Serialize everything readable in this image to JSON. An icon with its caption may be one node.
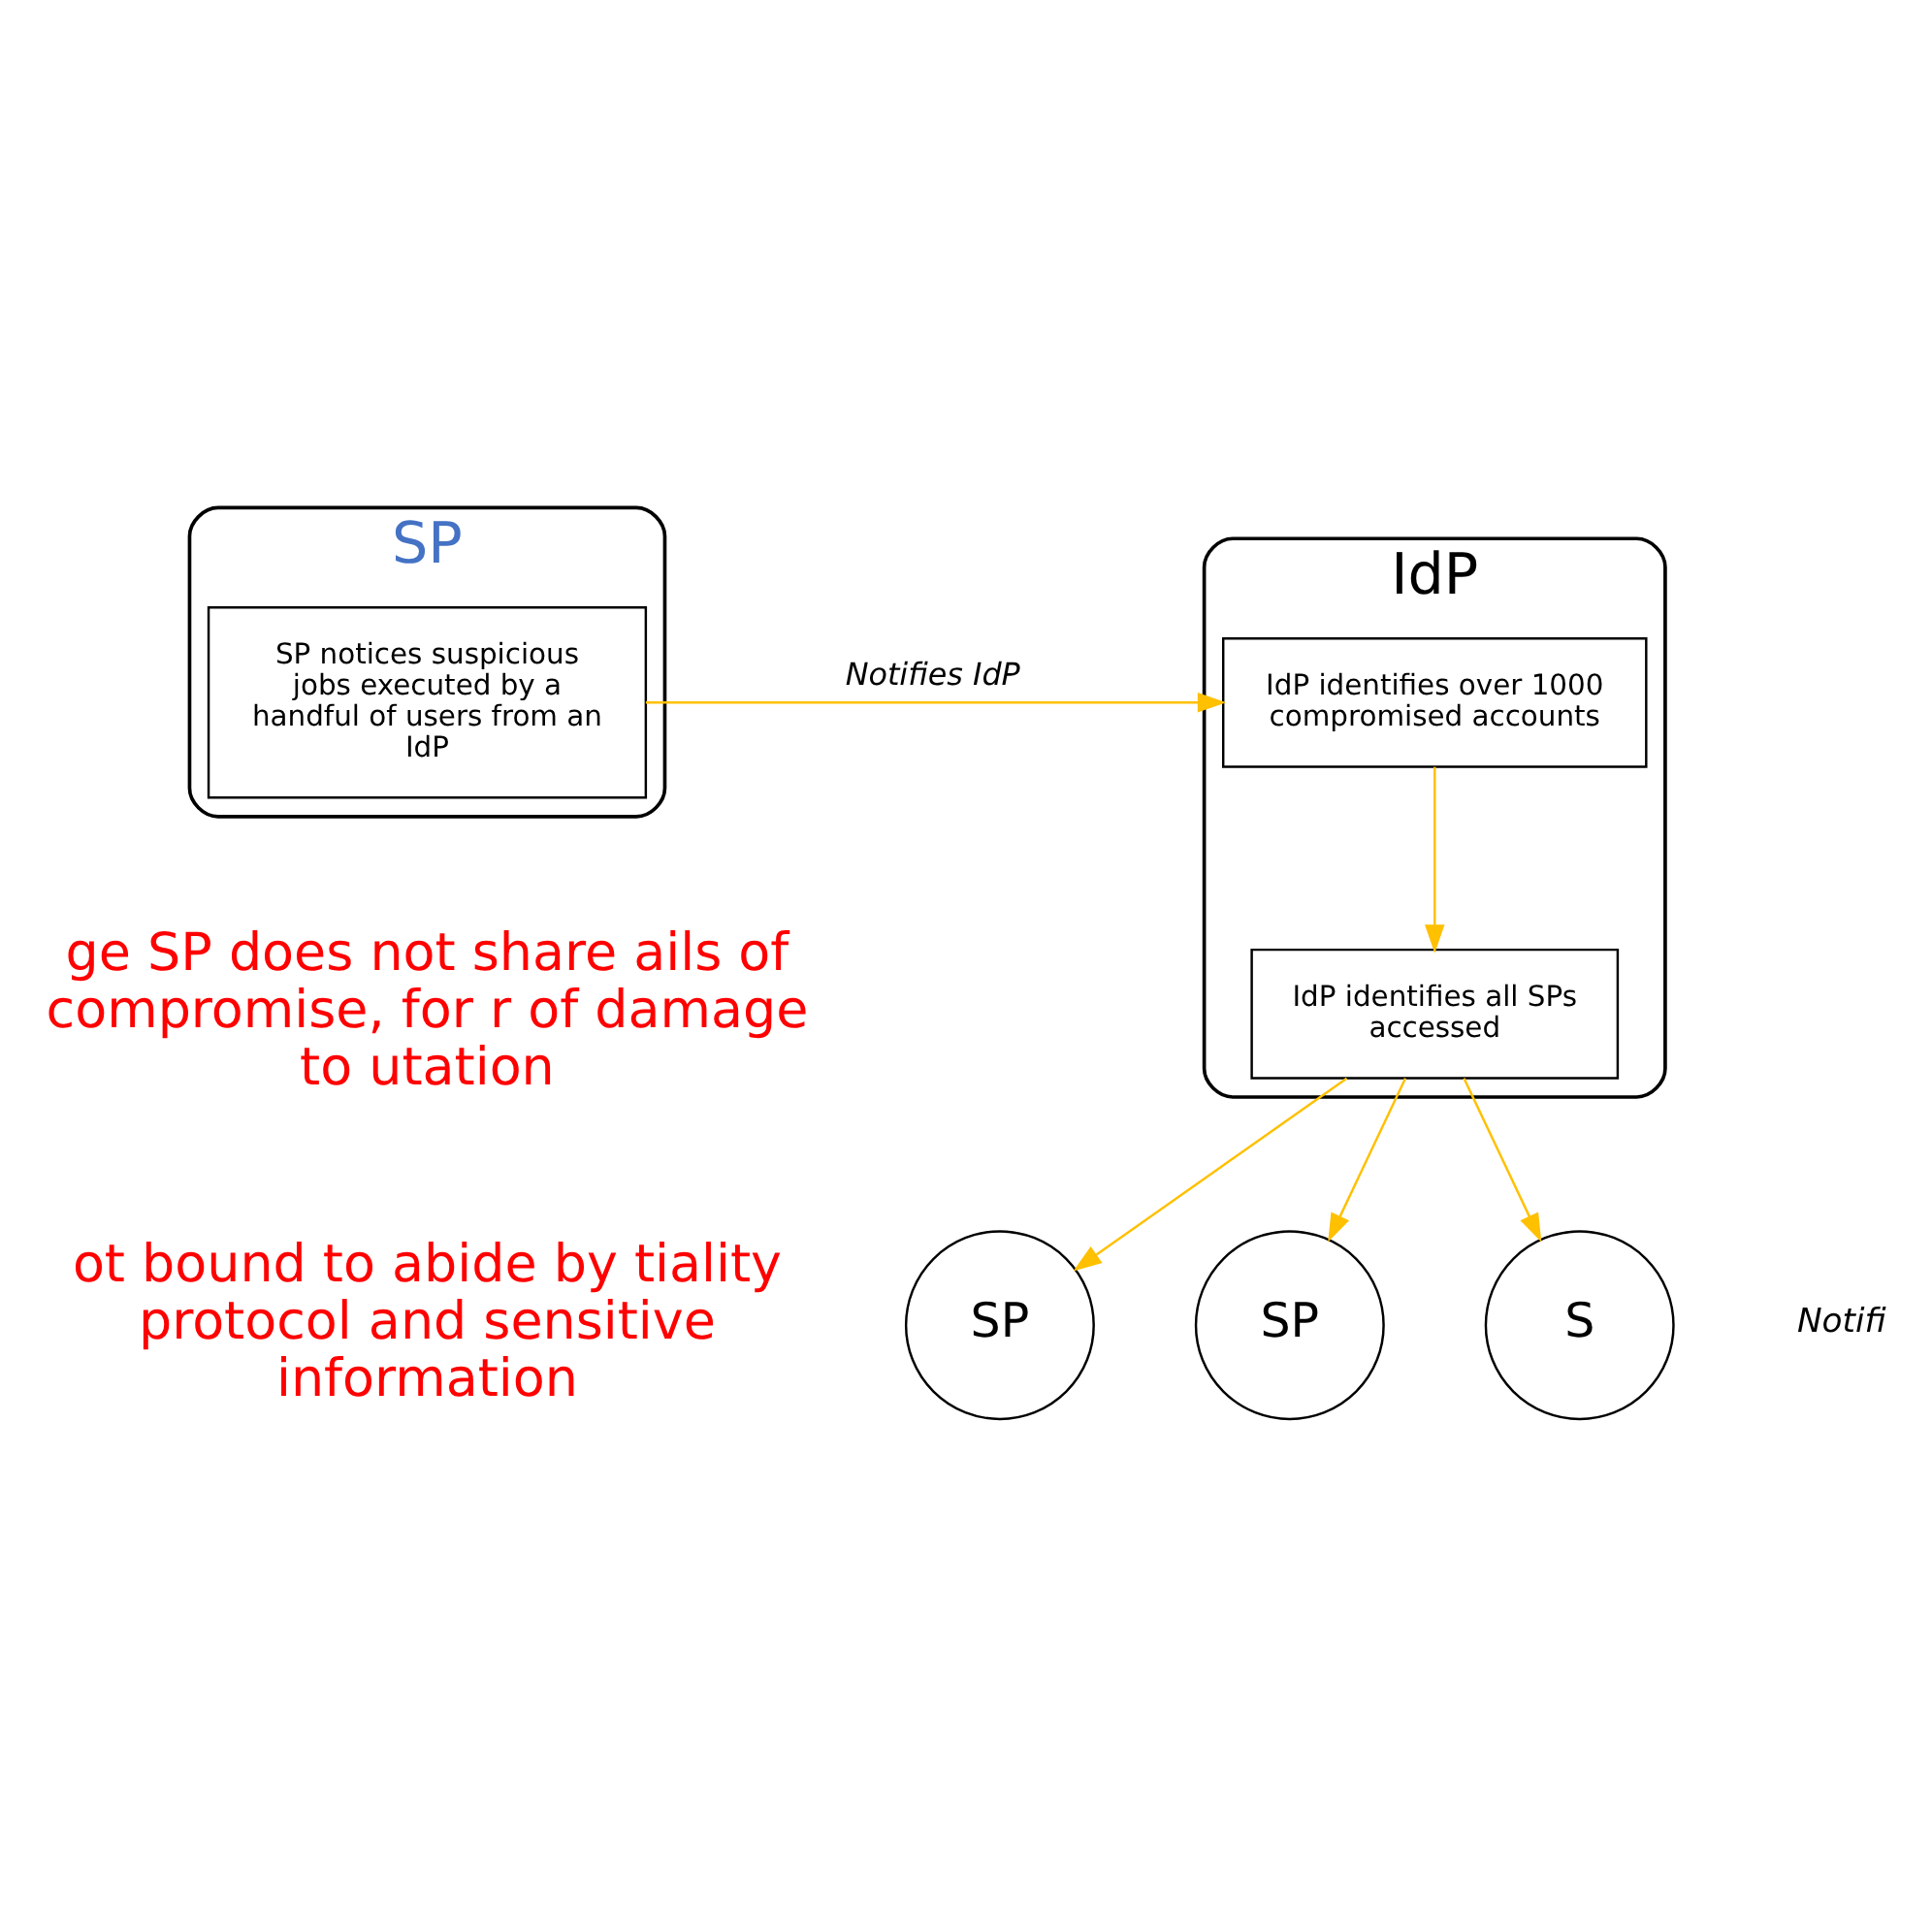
{
  "diagram": {
    "nodes": [
      {
        "text": [
          "SP"
        ]
      },
      {
        "text": [
          "SP notices suspicious jobs executed by a handful of users from an IdP"
        ],
        "in": 0
      },
      {
        "text": [
          "IdP"
        ]
      },
      {
        "text": [
          "IdP identifies over 1000 compromised accounts"
        ],
        "in": 2
      },
      {
        "text": [
          "IdP identifies all SPs accessed"
        ],
        "in": 2
      },
      {
        "text": [
          "SP"
        ]
      },
      {
        "text": [
          "SP"
        ]
      },
      {
        "text": [
          "S"
        ]
      }
    ],
    "edges": [
      {
        "from": 1,
        "to": 3,
        "arrow": "to",
        "label": "Notifies IdP"
      },
      {
        "from": 3,
        "to": 4,
        "arrow": "to"
      },
      {
        "from": 4,
        "to": 5,
        "arrow": "to"
      },
      {
        "from": 4,
        "to": 6,
        "arrow": "to"
      },
      {
        "from": 4,
        "to": 7,
        "arrow": "to"
      }
    ],
    "labels": [
      "ge SP does not share ails of compromise, for r of damage to utation",
      "ot bound to abide by tiality protocol and sensitive information",
      "Notifi"
    ]
  }
}
